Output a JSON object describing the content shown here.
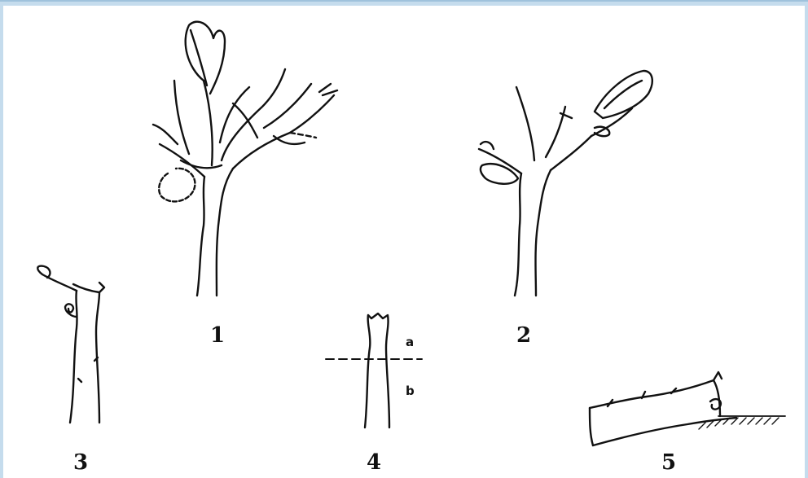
{
  "figures": [
    {
      "id": "1",
      "label": "1"
    },
    {
      "id": "2",
      "label": "2"
    },
    {
      "id": "3",
      "label": "3"
    },
    {
      "id": "4",
      "label": "4"
    },
    {
      "id": "5",
      "label": "5"
    }
  ],
  "cut_marks": {
    "above": "a",
    "below": "b"
  },
  "colors": {
    "frame": "#c5dced",
    "frame_edge": "#9fc2dc",
    "ink": "#111111"
  }
}
